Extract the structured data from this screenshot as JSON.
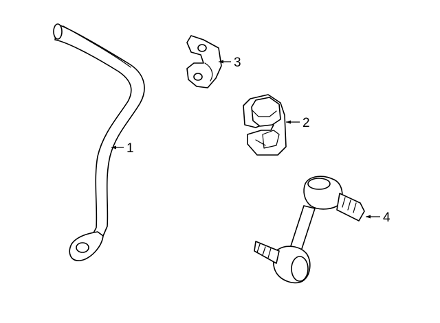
{
  "callouts": {
    "part1": "1",
    "part2": "2",
    "part3": "3",
    "part4": "4"
  }
}
